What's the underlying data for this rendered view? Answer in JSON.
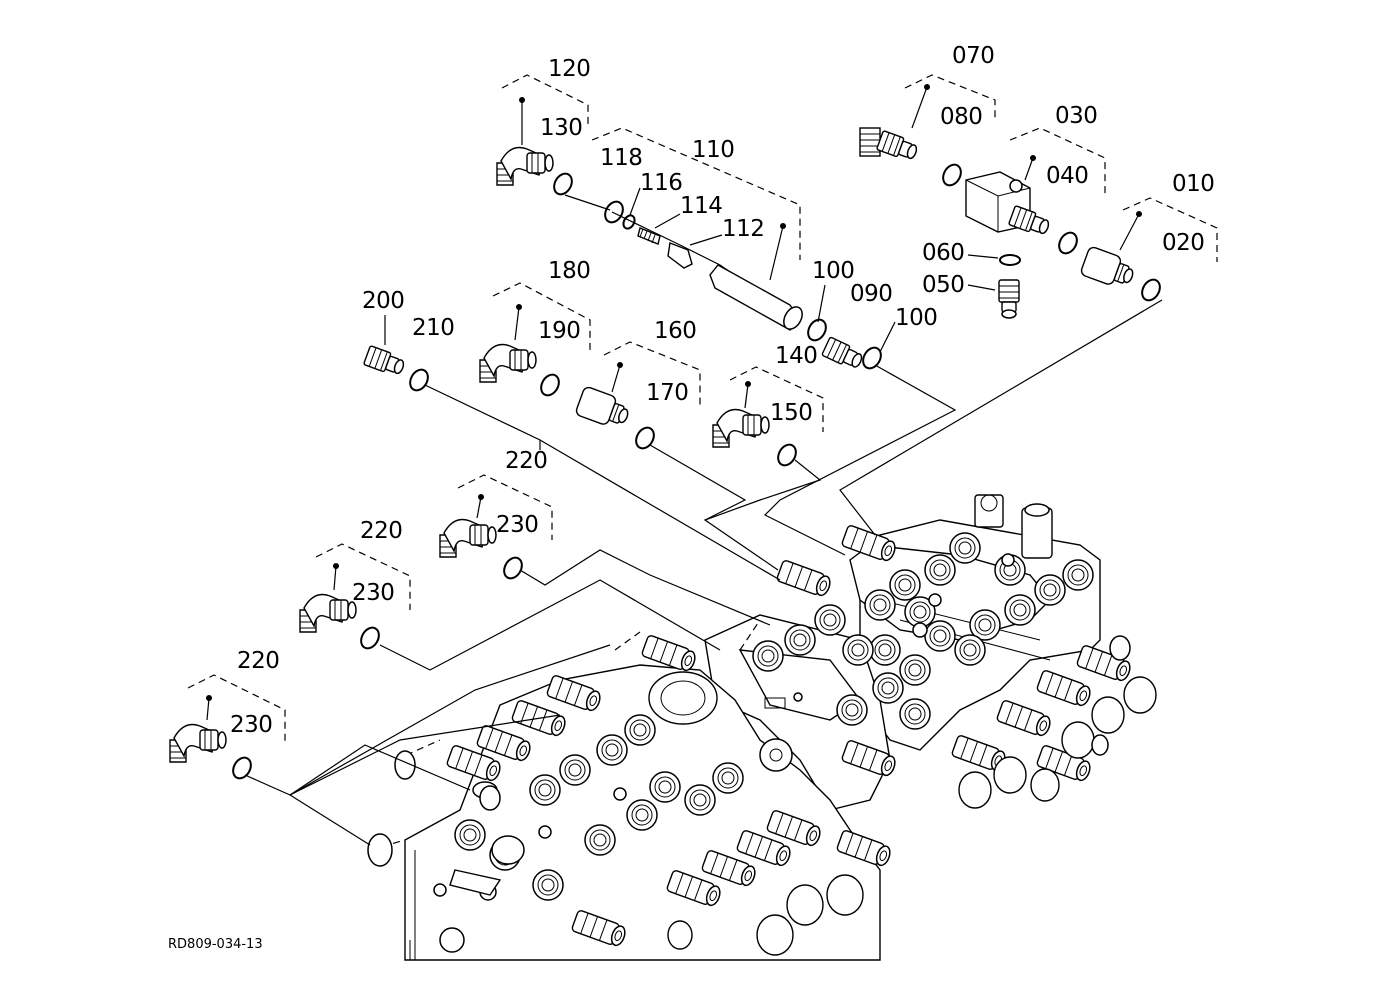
{
  "drawing_code": "RD809-034-13",
  "part_labels": [
    {
      "id": "p010",
      "text": "010"
    },
    {
      "id": "p020",
      "text": "020"
    },
    {
      "id": "p030",
      "text": "030"
    },
    {
      "id": "p040",
      "text": "040"
    },
    {
      "id": "p050",
      "text": "050"
    },
    {
      "id": "p060",
      "text": "060"
    },
    {
      "id": "p070",
      "text": "070"
    },
    {
      "id": "p080",
      "text": "080"
    },
    {
      "id": "p090",
      "text": "090"
    },
    {
      "id": "p100a",
      "text": "100"
    },
    {
      "id": "p100b",
      "text": "100"
    },
    {
      "id": "p110",
      "text": "110"
    },
    {
      "id": "p112",
      "text": "112"
    },
    {
      "id": "p114",
      "text": "114"
    },
    {
      "id": "p116",
      "text": "116"
    },
    {
      "id": "p118",
      "text": "118"
    },
    {
      "id": "p120",
      "text": "120"
    },
    {
      "id": "p130",
      "text": "130"
    },
    {
      "id": "p140",
      "text": "140"
    },
    {
      "id": "p150",
      "text": "150"
    },
    {
      "id": "p160",
      "text": "160"
    },
    {
      "id": "p170",
      "text": "170"
    },
    {
      "id": "p180",
      "text": "180"
    },
    {
      "id": "p190",
      "text": "190"
    },
    {
      "id": "p200",
      "text": "200"
    },
    {
      "id": "p210",
      "text": "210"
    },
    {
      "id": "p220a",
      "text": "220"
    },
    {
      "id": "p230a",
      "text": "230"
    },
    {
      "id": "p220b",
      "text": "220"
    },
    {
      "id": "p230b",
      "text": "230"
    },
    {
      "id": "p220c",
      "text": "220"
    },
    {
      "id": "p230c",
      "text": "230"
    }
  ]
}
